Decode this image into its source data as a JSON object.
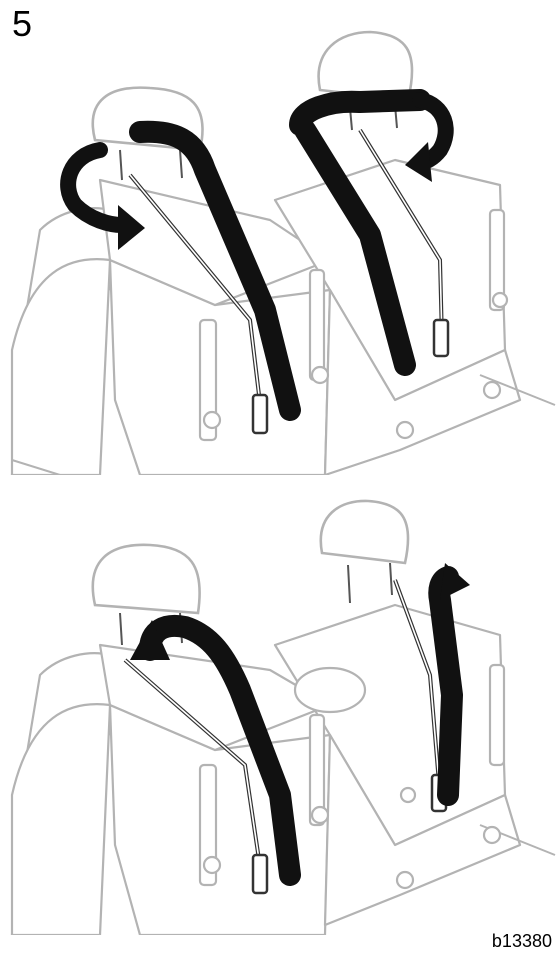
{
  "page": {
    "step_number": "5",
    "figure_code": "b13380"
  },
  "illustrations": [
    {
      "id": "top",
      "icon": "folding-seat-belt-illustration"
    },
    {
      "id": "bottom",
      "icon": "unfolding-seat-belt-illustration"
    }
  ],
  "colors": {
    "outline": "#b3b3b3",
    "arrow": "#111111",
    "background": "#ffffff"
  }
}
